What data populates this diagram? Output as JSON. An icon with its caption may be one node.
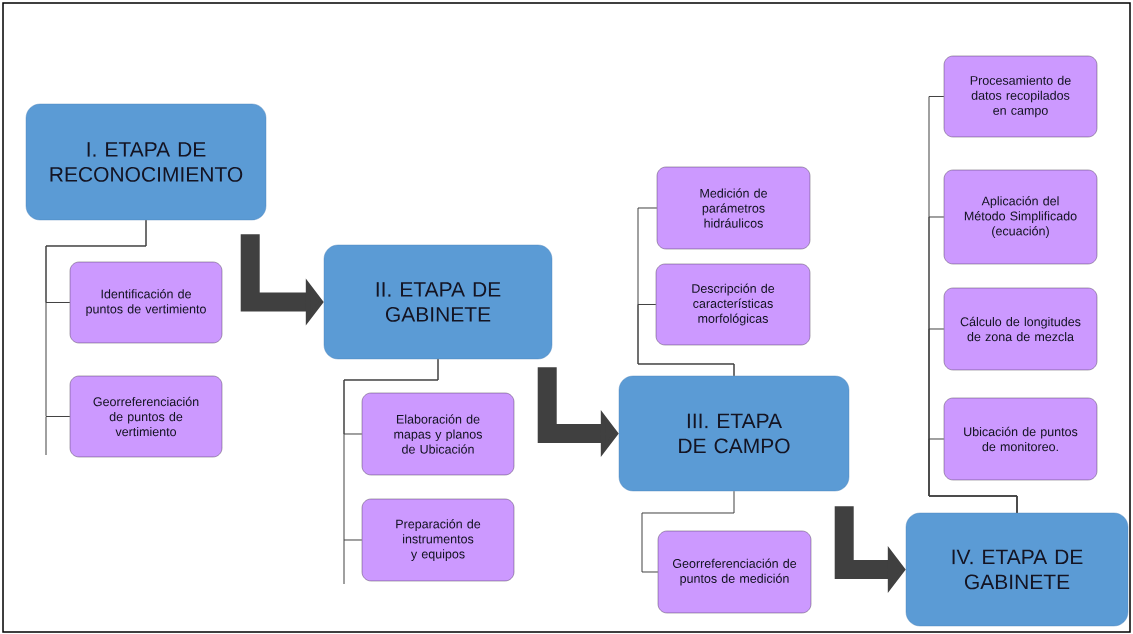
{
  "diagram": {
    "nodes": [
      {
        "text": [
          "I. ETAPA DE RECONOCIMIENTO"
        ]
      },
      {
        "text": [
          "Identificación de puntos de vertimiento"
        ]
      },
      {
        "text": [
          "Georreferenciación de puntos de vertimiento"
        ]
      },
      {
        "text": [
          "II. ETAPA DE GABINETE"
        ]
      },
      {
        "text": [
          "Elaboración de mapas y planos de Ubicación"
        ]
      },
      {
        "text": [
          "Preparación de instrumentos y equipos"
        ]
      },
      {
        "text": [
          "Medición de parámetros hidráulicos"
        ]
      },
      {
        "text": [
          "Descripción de características morfológicas"
        ]
      },
      {
        "text": [
          "III. ETAPA DE CAMPO"
        ]
      },
      {
        "text": [
          "Georreferenciación de puntos de medición"
        ]
      },
      {
        "text": [
          "Procesamiento de datos recopilados en campo"
        ]
      },
      {
        "text": [
          "Aplicación del Método Simplificado (ecuación)"
        ]
      },
      {
        "text": [
          "Cálculo de longitudes de zona de mezcla"
        ]
      },
      {
        "text": [
          "Ubicación de puntos de monitoreo."
        ]
      },
      {
        "text": [
          "IV. ETAPA DE GABINETE"
        ]
      }
    ],
    "edges": [
      {
        "from": 0,
        "to": 1,
        "arrow": "none"
      },
      {
        "from": 0,
        "to": 2,
        "arrow": "none"
      },
      {
        "from": 0,
        "to": 3,
        "arrow": "to",
        "style": "thick"
      },
      {
        "from": 3,
        "to": 4,
        "arrow": "none"
      },
      {
        "from": 3,
        "to": 5,
        "arrow": "none"
      },
      {
        "from": 3,
        "to": 8,
        "arrow": "to",
        "style": "thick"
      },
      {
        "from": 8,
        "to": 6,
        "arrow": "none"
      },
      {
        "from": 8,
        "to": 7,
        "arrow": "none"
      },
      {
        "from": 8,
        "to": 9,
        "arrow": "none"
      },
      {
        "from": 8,
        "to": 14,
        "arrow": "to",
        "style": "thick"
      },
      {
        "from": 14,
        "to": 10,
        "arrow": "none"
      },
      {
        "from": 14,
        "to": 11,
        "arrow": "none"
      },
      {
        "from": 14,
        "to": 12,
        "arrow": "none"
      },
      {
        "from": 14,
        "to": 13,
        "arrow": "none"
      }
    ]
  }
}
